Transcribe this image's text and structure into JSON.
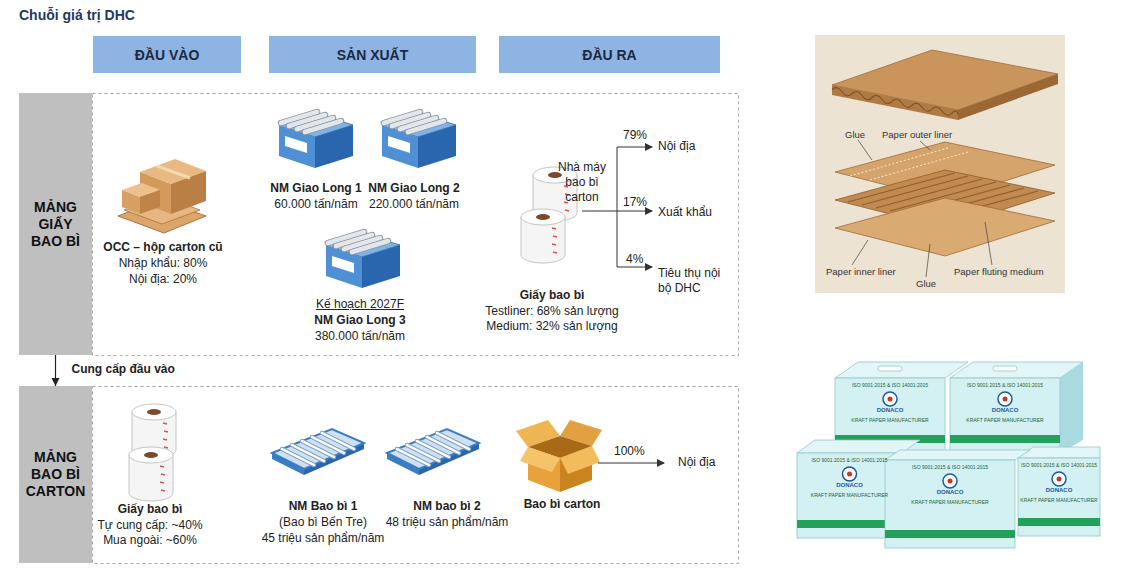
{
  "diagram": {
    "title": "Chuỗi giá trị DHC",
    "nodes": [
      {
        "text": [
          "ĐẦU VÀO"
        ]
      },
      {
        "text": [
          "SẢN XUẤT"
        ]
      },
      {
        "text": [
          "ĐẦU RA"
        ]
      },
      {
        "text": [
          "MẢNG GIẤY BAO BÌ"
        ]
      },
      {
        "text": [
          "MẢNG BAO BÌ CARTON"
        ]
      }
    ],
    "edges": [
      {
        "from": 3,
        "to": 4,
        "label": "Cung cấp đầu vào",
        "arrow": "to"
      }
    ],
    "labels": [
      "OCC – hộp carton cũ",
      "Nhập khẩu: 80%",
      "Nội địa: 20%",
      "NM Giao Long 1",
      "60.000 tấn/năm",
      "NM Giao Long 2",
      "220.000 tấn/năm",
      "Kế hoạch 2027F",
      "NM Giao Long 3",
      "380.000 tấn/năm",
      "Nhà máy bao bì carton",
      "79%",
      "Nội địa",
      "17%",
      "Xuất khẩu",
      "4%",
      "Tiêu thụ nội bộ DHC",
      "Giấy bao bì",
      "Testliner: 68% sản lượng",
      "Medium: 32% sản lượng",
      "Giấy bao bì",
      "Tự cung cấp: ~40%",
      "Mua ngoài: ~60%",
      "NM Bao bì 1",
      "(Bao bì Bến Tre)",
      "45 triệu sản phẩm/năm",
      "NM bao bì 2",
      "48 triệu sản phẩm/năm",
      "Bao bì carton",
      "100%",
      "Nội địa",
      "Glue",
      "Paper outer liner",
      "Paper inner liner",
      "Glue",
      "Paper fluting medium",
      "ISO 9001:2015 & ISO 14001:2015",
      "DONACO",
      "KRAFT PAPER MANUFACTURER",
      "ISO 9001:2015 & ISO 14001:2015",
      "DONACO",
      "KRAFT PAPER MANUFACTURER",
      "ISO 9001:2015 & ISO 14001:2015",
      "DONACO",
      "KRAFT PAPER MANUFACTURER",
      "ISO 9001:2015 & ISO 14001:2015",
      "DONACO",
      "KRAFT PAPER MANUFACTURER",
      "ISO 9001:2015 & ISO 14001:2015",
      "DONACO",
      "KRAFT PAPER MANUFACTURER"
    ]
  }
}
